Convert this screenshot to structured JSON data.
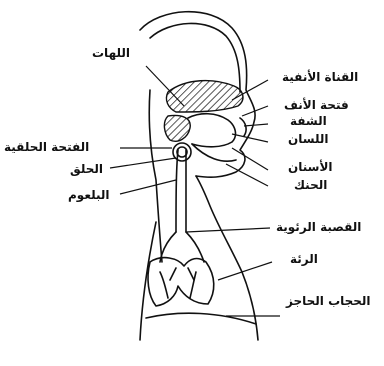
{
  "labels": {
    "palate": "اللهات",
    "nasal_cavity": "القناة الأنفية",
    "nostril": "فتحة الأنف",
    "lip": "الشفة",
    "tongue": "اللسان",
    "glottis": "الفتحة الحلقية",
    "throat": "الحلق",
    "teeth": "الأسنان",
    "jaw": "الحنك",
    "pharynx": "البلعوم",
    "trachea": "القصبة الرئوية",
    "lung": "الرئة",
    "diaphragm": "الحجاب الحاجز"
  },
  "colors": {
    "ink": "#111111",
    "background": "#ffffff"
  }
}
